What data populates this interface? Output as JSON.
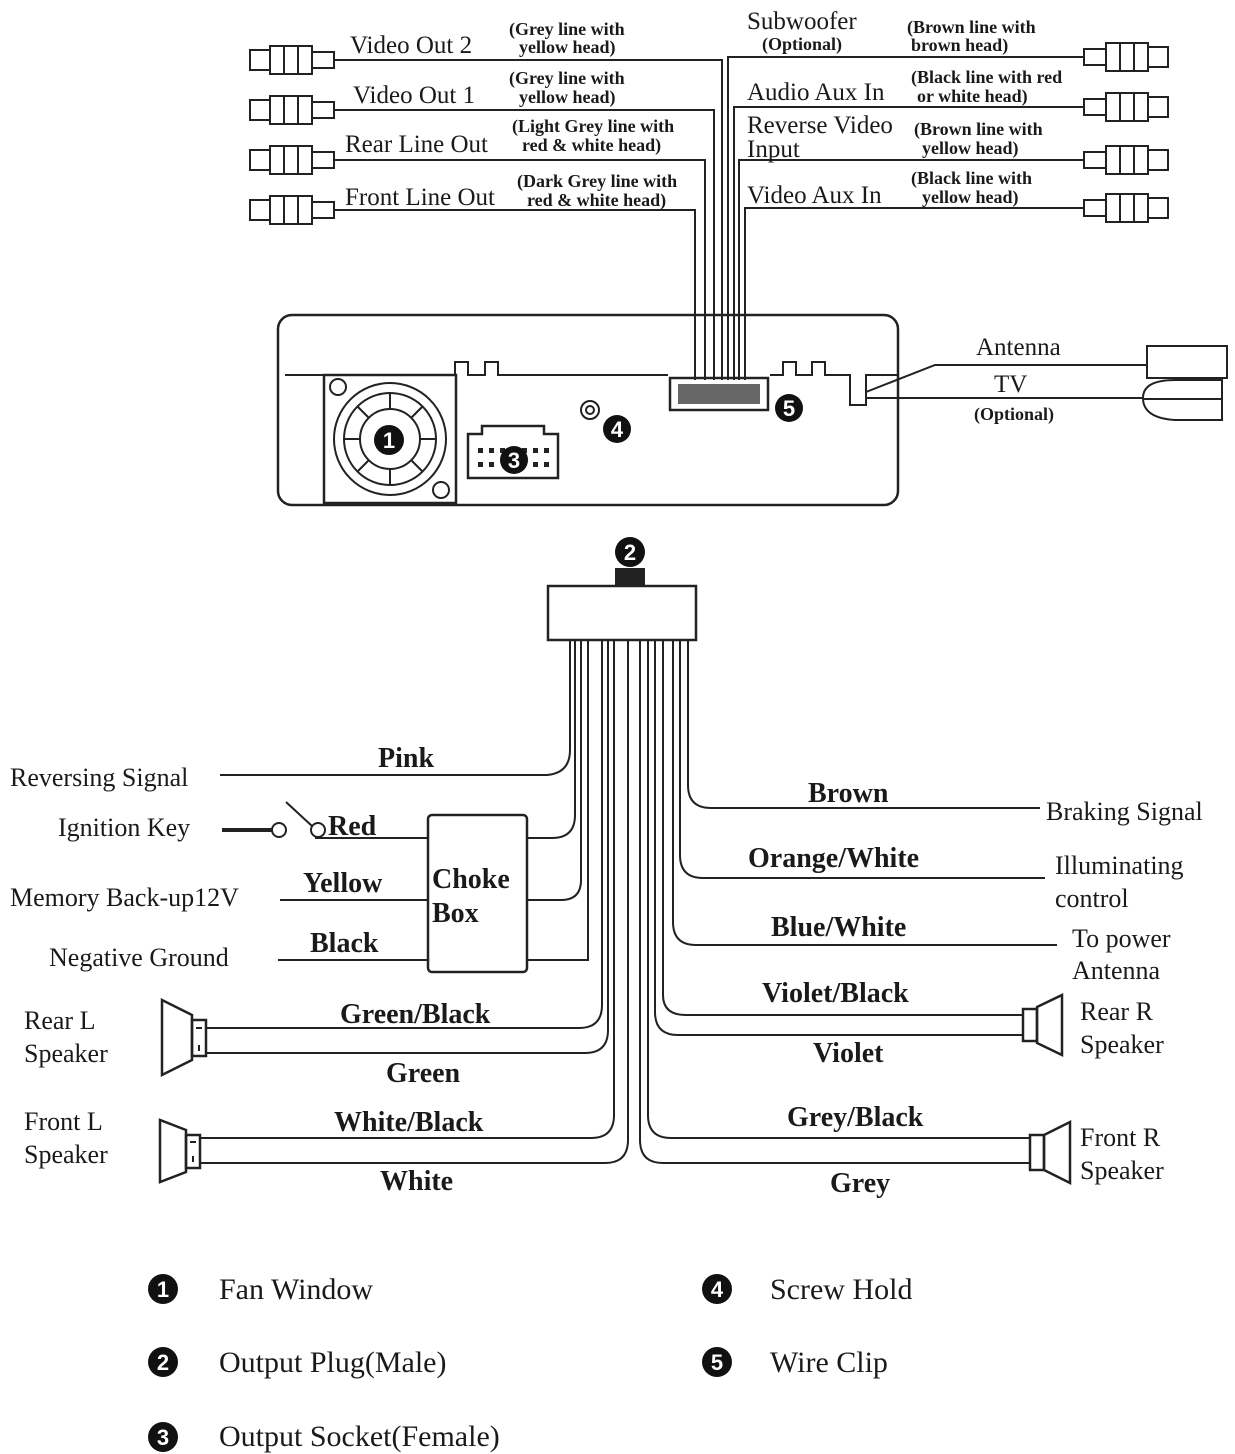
{
  "rca_left": [
    {
      "label": "Video Out 2",
      "note1": "(Grey line with",
      "note2": "yellow head)"
    },
    {
      "label": "Video Out 1",
      "note1": "(Grey line with",
      "note2": "yellow head)"
    },
    {
      "label": "Rear Line Out",
      "note1": "(Light Grey line with",
      "note2": "red & white head)"
    },
    {
      "label": "Front Line Out",
      "note1": "(Dark Grey line with",
      "note2": "red & white head)"
    }
  ],
  "rca_right": [
    {
      "label": "Subwoofer",
      "label2": "(Optional)",
      "note1": "(Brown line with",
      "note2": "brown head)"
    },
    {
      "label": "Audio Aux In",
      "label2": "",
      "note1": "(Black line with red",
      "note2": "or white head)"
    },
    {
      "label": "Reverse Video",
      "label2": "Input",
      "note1": "(Brown line with",
      "note2": "yellow head)"
    },
    {
      "label": "Video Aux In",
      "label2": "",
      "note1": "(Black line with",
      "note2": "yellow head)"
    }
  ],
  "antenna": {
    "label": "Antenna",
    "tv": "TV",
    "tv_note": "(Optional)"
  },
  "markers": [
    "1",
    "2",
    "3",
    "4",
    "5"
  ],
  "wires_left": {
    "pink": "Pink",
    "red": "Red",
    "yellow": "Yellow",
    "black": "Black",
    "green_black": "Green/Black",
    "green": "Green",
    "white_black": "White/Black",
    "white": "White"
  },
  "left_targets": {
    "reversing": "Reversing Signal",
    "ignition": "Ignition Key",
    "memory": "Memory Back-up12V",
    "ground": "Negative Ground",
    "rear_l_1": "Rear L",
    "rear_l_2": "Speaker",
    "front_l_1": "Front L",
    "front_l_2": "Speaker"
  },
  "choke_box": {
    "line1": "Choke",
    "line2": "Box"
  },
  "wires_right": {
    "brown": "Brown",
    "orange_white": "Orange/White",
    "blue_white": "Blue/White",
    "violet_black": "Violet/Black",
    "violet": "Violet",
    "grey_black": "Grey/Black",
    "grey": "Grey"
  },
  "right_targets": {
    "braking": "Braking Signal",
    "illum_1": "Illuminating",
    "illum_2": "control",
    "power_1": "To power",
    "power_2": "Antenna",
    "rear_r_1": "Rear R",
    "rear_r_2": "Speaker",
    "front_r_1": "Front R",
    "front_r_2": "Speaker"
  },
  "legend": [
    {
      "num": "1",
      "text": "Fan Window"
    },
    {
      "num": "2",
      "text": "Output Plug(Male)"
    },
    {
      "num": "3",
      "text": "Output Socket(Female)"
    },
    {
      "num": "4",
      "text": "Screw Hold"
    },
    {
      "num": "5",
      "text": "Wire Clip"
    }
  ]
}
